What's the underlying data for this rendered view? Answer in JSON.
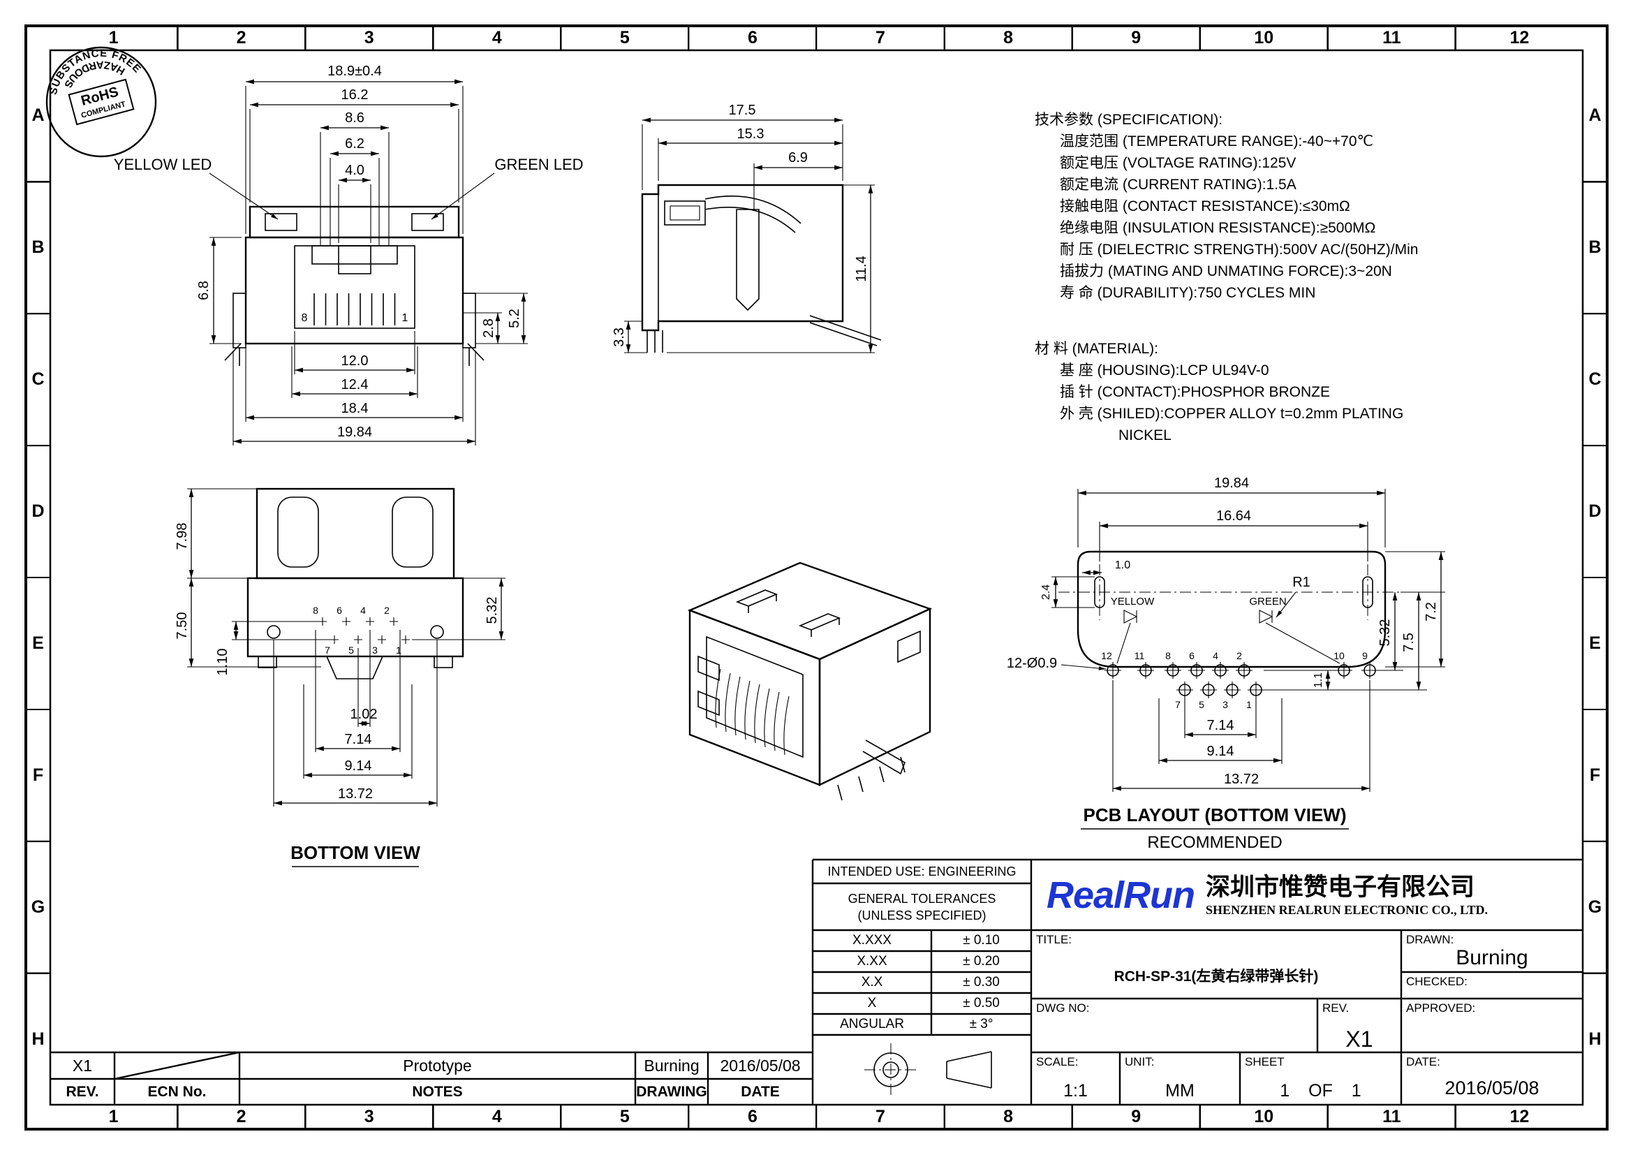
{
  "colors": {
    "line": "#000000",
    "brand_blue": "#1c35d4"
  },
  "border": {
    "cols": [
      "1",
      "2",
      "3",
      "4",
      "5",
      "6",
      "7",
      "8",
      "9",
      "10",
      "11",
      "12"
    ],
    "rows": [
      "A",
      "B",
      "C",
      "D",
      "E",
      "F",
      "G",
      "H"
    ]
  },
  "stamp": {
    "arc_top": "SUBSTANCE FREE",
    "arc_bottom": "HAZARDOUS",
    "center_line1": "RoHS",
    "center_line2": "COMPLIANT"
  },
  "front_view": {
    "led_left": "YELLOW LED",
    "led_right": "GREEN LED",
    "dim_top": [
      "18.9±0.4",
      "16.2",
      "8.6",
      "6.2",
      "4.0"
    ],
    "dim_bottom": [
      "12.0",
      "12.4",
      "18.4",
      "19.84"
    ],
    "dim_left": "6.8",
    "dim_right": [
      "2.8",
      "5.2"
    ],
    "pin_left": "8",
    "pin_right": "1"
  },
  "side_view": {
    "dim_top": [
      "17.5",
      "15.3",
      "6.9"
    ],
    "dim_right": "11.4",
    "dim_left": "3.3"
  },
  "specs": {
    "title": "技术参数 (SPECIFICATION):",
    "lines": [
      "温度范围 (TEMPERATURE RANGE):-40~+70℃",
      "额定电压 (VOLTAGE RATING):125V",
      "额定电流 (CURRENT RATING):1.5A",
      "接触电阻 (CONTACT RESISTANCE):≤30mΩ",
      "绝缘电阻 (INSULATION RESISTANCE):≥500MΩ",
      "耐 压 (DIELECTRIC STRENGTH):500V AC/(50HZ)/Min",
      "插拔力 (MATING AND UNMATING FORCE):3~20N",
      "寿 命 (DURABILITY):750 CYCLES MIN"
    ],
    "material_title": "材 料 (MATERIAL):",
    "material_lines": [
      "基 座 (HOUSING):LCP UL94V-0",
      "插 针 (CONTACT):PHOSPHOR BRONZE",
      "外 壳 (SHILED):COPPER ALLOY t=0.2mm PLATING",
      "NICKEL"
    ]
  },
  "bottom_view": {
    "title": "BOTTOM VIEW",
    "dim_left": [
      "7.98",
      "7.50",
      "1.10"
    ],
    "dim_right": "5.32",
    "dim_bottom": [
      "1.02",
      "7.14",
      "9.14",
      "13.72"
    ],
    "pins_upper": [
      "8",
      "6",
      "4",
      "2"
    ],
    "pins_lower": [
      "7",
      "5",
      "3",
      "1"
    ]
  },
  "pcb_layout": {
    "title": "PCB LAYOUT (BOTTOM VIEW)",
    "subtitle": "RECOMMENDED",
    "dim_top": [
      "19.84",
      "16.64"
    ],
    "dim_small": [
      "1.0",
      "2.4"
    ],
    "radius_label": "R1",
    "holes_label": "12-Ø0.9",
    "led_left": "YELLOW",
    "led_right": "GREEN",
    "dim_right": [
      "5.32",
      "7.5",
      "7.2"
    ],
    "dim_pin_gap": "1.1",
    "dim_bottom": [
      "7.14",
      "9.14",
      "13.72"
    ],
    "pins_top": [
      "12",
      "11",
      "8",
      "6",
      "4",
      "2",
      "10",
      "9"
    ],
    "pins_bottom": [
      "7",
      "5",
      "3",
      "1"
    ]
  },
  "title_block": {
    "intended_use": "INTENDED USE: ENGINEERING",
    "tol_title": "GENERAL TOLERANCES",
    "tol_sub": "(UNLESS SPECIFIED)",
    "tolerances": [
      {
        "label": "X.XXX",
        "value": "± 0.10"
      },
      {
        "label": "X.XX",
        "value": "± 0.20"
      },
      {
        "label": "X.X",
        "value": "± 0.30"
      },
      {
        "label": "X",
        "value": "± 0.50"
      },
      {
        "label": "ANGULAR",
        "value": "± 3°"
      }
    ],
    "logo": "RealRun",
    "company_cn": "深圳市惟赞电子有限公司",
    "company_en": "SHENZHEN REALRUN ELECTRONIC CO., LTD.",
    "title_label": "TITLE:",
    "title_value": "RCH-SP-31(左黄右绿带弹长针)",
    "dwg_label": "DWG NO:",
    "rev_label": "REV.",
    "rev_value": "X1",
    "drawn_label": "DRAWN:",
    "drawn_value": "Burning",
    "checked_label": "CHECKED:",
    "approved_label": "APPROVED:",
    "scale_label": "SCALE:",
    "scale_value": "1:1",
    "unit_label": "UNIT:",
    "unit_value": "MM",
    "sheet_label": "SHEET",
    "sheet_value": "1 OF 1",
    "date_label": "DATE:",
    "date_value": "2016/05/08"
  },
  "revision": {
    "rev_value": "X1",
    "notes_value": "Prototype",
    "drawing_value": "Burning",
    "date_value": "2016/05/08",
    "labels": {
      "rev": "REV.",
      "ecn": "ECN No.",
      "notes": "NOTES",
      "drawing": "DRAWING",
      "date": "DATE"
    }
  }
}
